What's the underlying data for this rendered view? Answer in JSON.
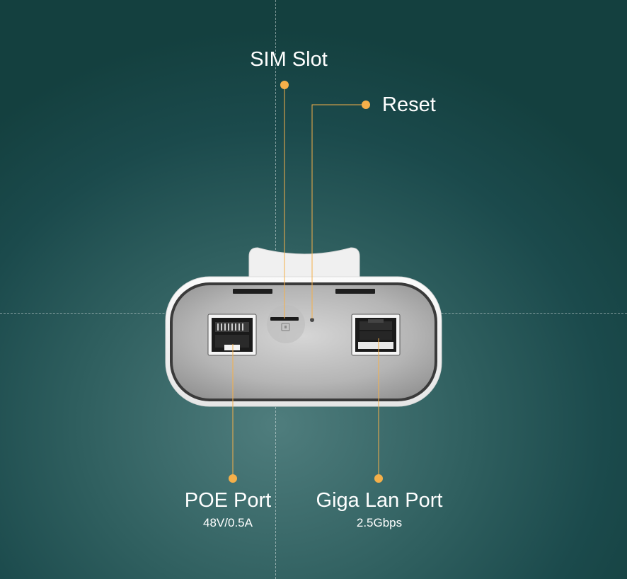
{
  "callouts": {
    "sim_slot": {
      "label": "SIM Slot"
    },
    "reset": {
      "label": "Reset"
    },
    "poe_port": {
      "label": "POE Port",
      "spec": "48V/0.5A"
    },
    "giga_lan_port": {
      "label": "Giga Lan Port",
      "spec": "2.5Gbps"
    }
  },
  "colors": {
    "callout_dot": "#f5b04a",
    "callout_line": "#f5b04a",
    "label_text": "#ffffff",
    "device_shell": "#f2f2f2",
    "device_panel": "#a9a9a9"
  }
}
